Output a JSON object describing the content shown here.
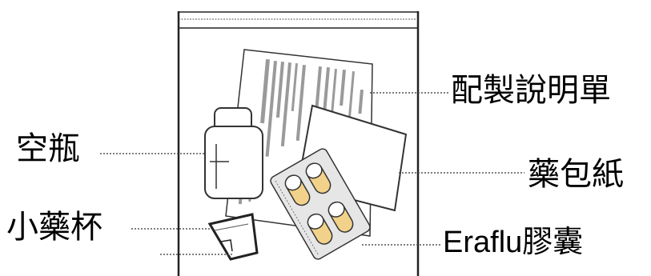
{
  "labels": {
    "instructions": "配製說明單",
    "empty_bottle": "空瓶",
    "wrapping_paper": "藥包紙",
    "medicine_cup": "小藥杯",
    "capsules": "Eraflu膠囊"
  },
  "colors": {
    "outline": "#333333",
    "capsule_fill": "#f2d28a",
    "capsule_cap": "#ffffff",
    "blister": "#e6e6e6",
    "leader": "#555555"
  }
}
